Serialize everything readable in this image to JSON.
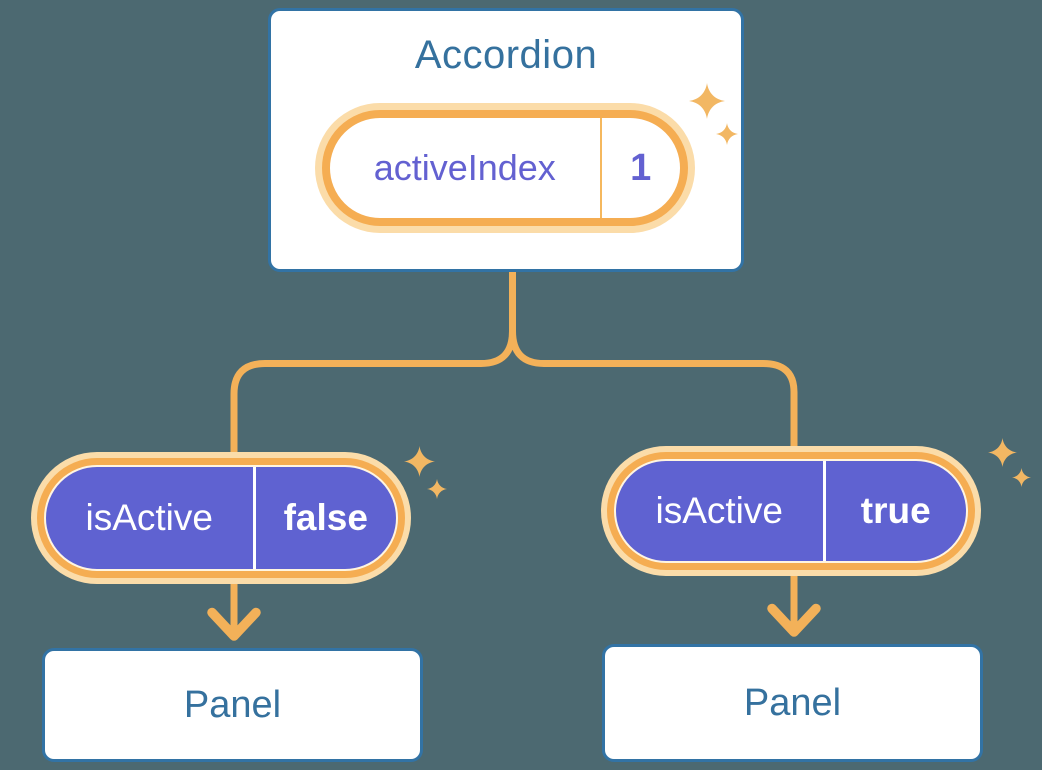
{
  "diagram": {
    "root": {
      "title": "Accordion",
      "prop": {
        "label": "activeIndex",
        "value": "1"
      }
    },
    "children": [
      {
        "prop": {
          "label": "isActive",
          "value": "false"
        },
        "target": {
          "title": "Panel"
        }
      },
      {
        "prop": {
          "label": "isActive",
          "value": "true"
        },
        "target": {
          "title": "Panel"
        }
      }
    ]
  },
  "icons": {
    "sparkle": "four-point-star"
  },
  "colors": {
    "background": "#4C6971",
    "card_border": "#3273A5",
    "blue_text": "#35719E",
    "connector_orange": "#F3B159",
    "pill_ring_orange": "#F5AD52",
    "pill_halo_orange": "#FBDCA9",
    "pill_divider_orange": "#F5B85E",
    "purple_fill": "#5F62D1",
    "purple_text": "#6361D1",
    "sparkle_orange": "#F2B763",
    "white": "#FFFFFF"
  }
}
